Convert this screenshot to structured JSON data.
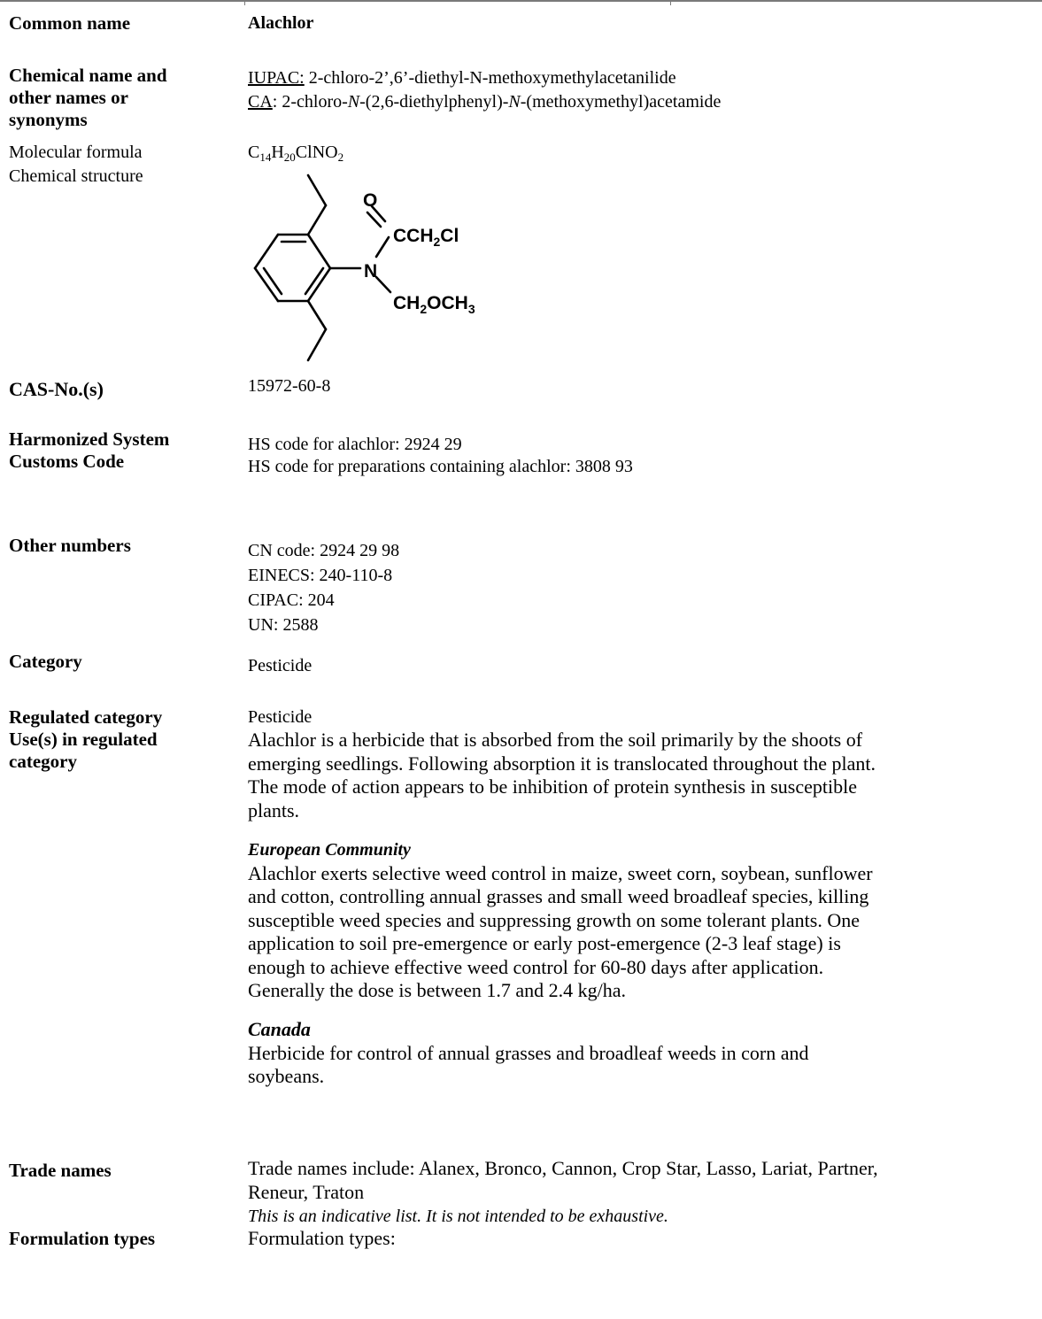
{
  "common_name": {
    "label": "Common name",
    "value": "Alachlor"
  },
  "chemical_name": {
    "label_lines": [
      "Chemical name and",
      "other names or",
      "synonyms"
    ],
    "iupac_label": "IUPAC:",
    "iupac_value": " 2-chloro-2’,6’-diethyl-N-methoxymethylacetanilide",
    "ca_label": "CA",
    "ca_parts": [
      ": 2-chloro-",
      "N",
      "-(2,6-diethylphenyl)-",
      "N",
      "-(methoxymethyl)acetamide"
    ]
  },
  "molecular_formula": {
    "label": "Molecular formula",
    "parts": [
      "C",
      "14",
      "H",
      "20",
      "ClNO",
      "2"
    ]
  },
  "chemical_structure": {
    "label": "Chemical structure",
    "atoms": {
      "oxygen": "O",
      "nitrogen": "N",
      "carbonyl_group": [
        "CCH",
        "2",
        "Cl"
      ],
      "ether_group": [
        "CH",
        "2",
        "OCH",
        "3"
      ]
    }
  },
  "cas": {
    "label": "CAS-No.(s)",
    "value": "15972-60-8"
  },
  "hs": {
    "label_lines": [
      "Harmonized System",
      "Customs Code"
    ],
    "lines": [
      "HS code for alachlor: 2924 29",
      "HS code for preparations containing alachlor: 3808 93"
    ]
  },
  "other_numbers": {
    "label": "Other numbers",
    "lines": [
      "CN code: 2924 29 98",
      "EINECS: 240-110-8",
      "CIPAC: 204",
      "UN: 2588"
    ]
  },
  "category": {
    "label": "Category",
    "value": "Pesticide"
  },
  "regulated": {
    "label_lines": [
      "Regulated category",
      "Use(s) in regulated",
      "category"
    ],
    "value": "Pesticide",
    "intro_lines": [
      "Alachlor is a herbicide that is absorbed from the soil primarily by the shoots of",
      "emerging seedlings. Following absorption it is translocated throughout the plant.",
      "The mode of action appears to be inhibition of protein synthesis in susceptible",
      "plants."
    ],
    "ec_heading": "European Community",
    "ec_lines": [
      "Alachlor exerts selective weed control in maize, sweet corn, soybean, sunflower",
      "and cotton, controlling annual grasses and small weed broadleaf species, killing",
      "susceptible weed species and suppressing growth on some tolerant plants. One",
      "application to soil pre-emergence or early post-emergence (2-3 leaf stage) is",
      "enough to achieve effective weed control for 60-80 days after application.",
      "Generally the dose is between 1.7 and 2.4 kg/ha."
    ],
    "canada_heading": "Canada",
    "canada_lines": [
      "Herbicide for control of annual grasses and broadleaf weeds in corn and",
      "soybeans."
    ]
  },
  "trade_names": {
    "label": "Trade names",
    "lines": [
      "Trade names include: Alanex, Bronco, Cannon, Crop Star, Lasso, Lariat, Partner,",
      "Reneur, Traton"
    ],
    "note": "This is an indicative list. It is not intended to be exhaustive."
  },
  "formulation": {
    "label": "Formulation types",
    "value": "Formulation types:"
  }
}
